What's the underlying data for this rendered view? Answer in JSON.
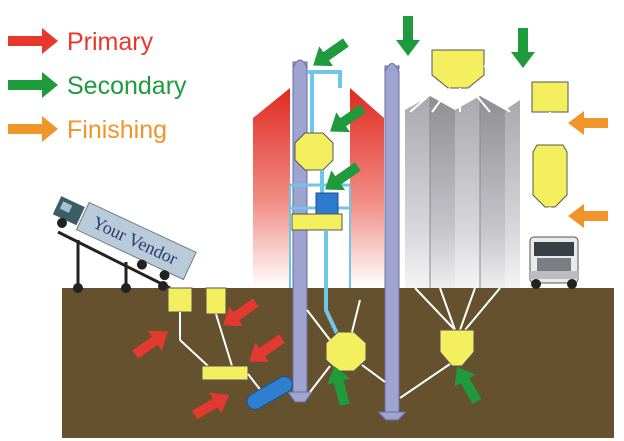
{
  "legend": {
    "primary": {
      "label": "Primary",
      "color": "#e8372d"
    },
    "secondary": {
      "label": "Secondary",
      "color": "#1f9a3c"
    },
    "finishing": {
      "label": "Finishing",
      "color": "#f0952a"
    }
  },
  "truck": {
    "text": "Your Vendor"
  },
  "colors": {
    "ground": "#66512f",
    "pipe": "#9fa3cf",
    "hopper": "#f4ef5e",
    "bin_red": "#e23a2f",
    "bin_gray": "#c9c9cc"
  },
  "icons": [
    "arrow-icon",
    "semi-truck-icon",
    "hopper-icon",
    "pipe-icon"
  ]
}
